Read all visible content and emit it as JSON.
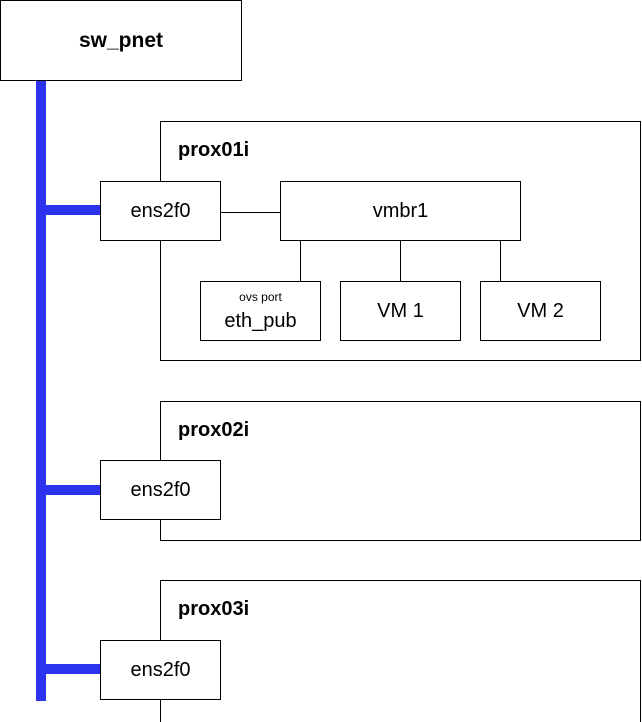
{
  "switch": {
    "label": "sw_pnet"
  },
  "hosts": [
    {
      "name": "prox01i",
      "nic": "ens2f0",
      "bridge": "vmbr1",
      "port": {
        "type": "ovs port",
        "name": "eth_pub"
      },
      "vms": [
        "VM 1",
        "VM 2"
      ]
    },
    {
      "name": "prox02i",
      "nic": "ens2f0"
    },
    {
      "name": "prox03i",
      "nic": "ens2f0"
    }
  ],
  "colors": {
    "bus": "#2b33ee",
    "line": "#000000",
    "box_border": "#000000"
  }
}
